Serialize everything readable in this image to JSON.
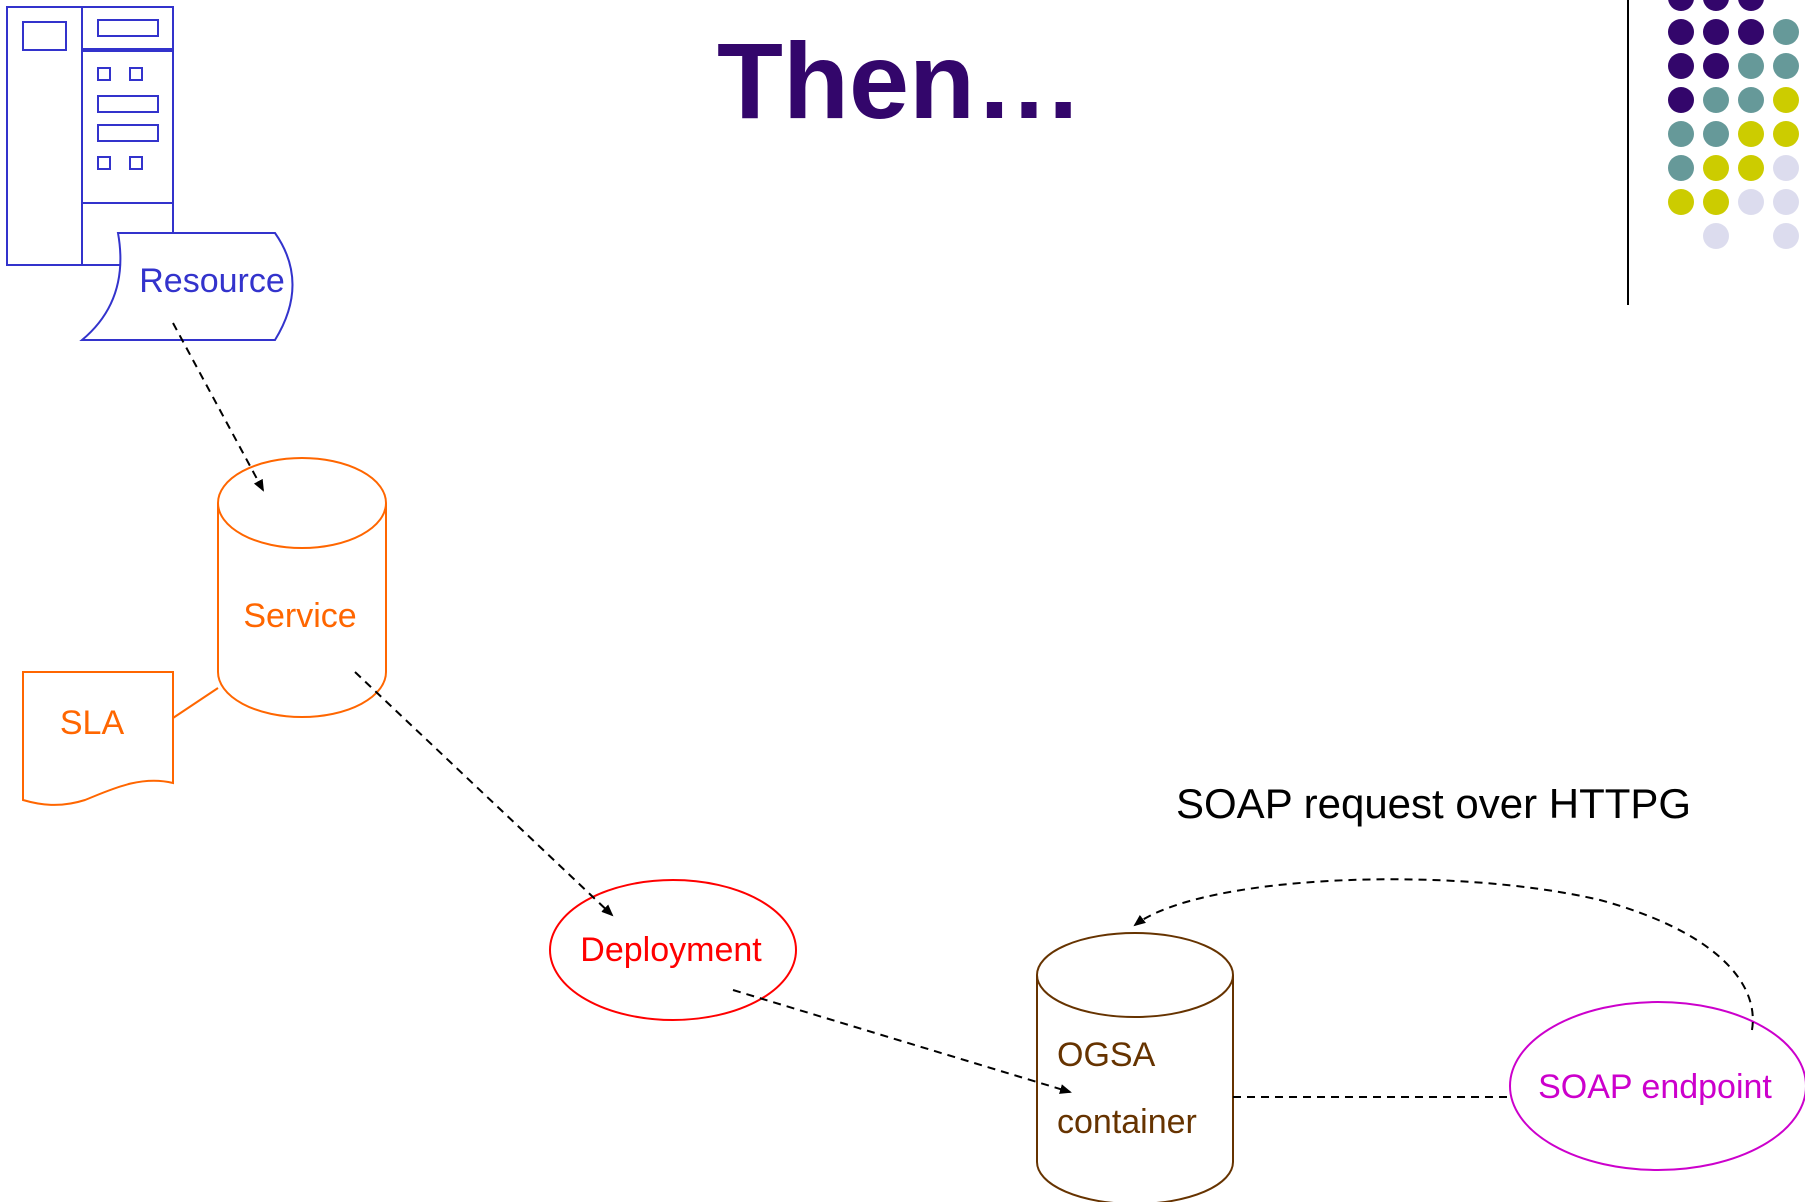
{
  "slide": {
    "title": "Then…"
  },
  "diagram": {
    "nodes": {
      "resource": {
        "label": "Resource",
        "color": "#3333cc"
      },
      "service": {
        "label": "Service",
        "color": "#ff6600"
      },
      "sla": {
        "label": "SLA",
        "color": "#ff6600"
      },
      "deployment": {
        "label": "Deployment",
        "color": "#ff0000"
      },
      "ogsa_container": {
        "label_line1": "OGSA",
        "label_line2": "container",
        "color": "#663300"
      },
      "soap_endpoint": {
        "label": "SOAP endpoint",
        "color": "#cc00cc"
      }
    },
    "annotation": {
      "text": "SOAP request over HTTPG",
      "color": "#000000"
    }
  },
  "decoration": {
    "dot_colors": {
      "purple": "#33066b",
      "teal": "#669999",
      "lime": "#cccc00",
      "lavender": "#dcdcee"
    }
  }
}
